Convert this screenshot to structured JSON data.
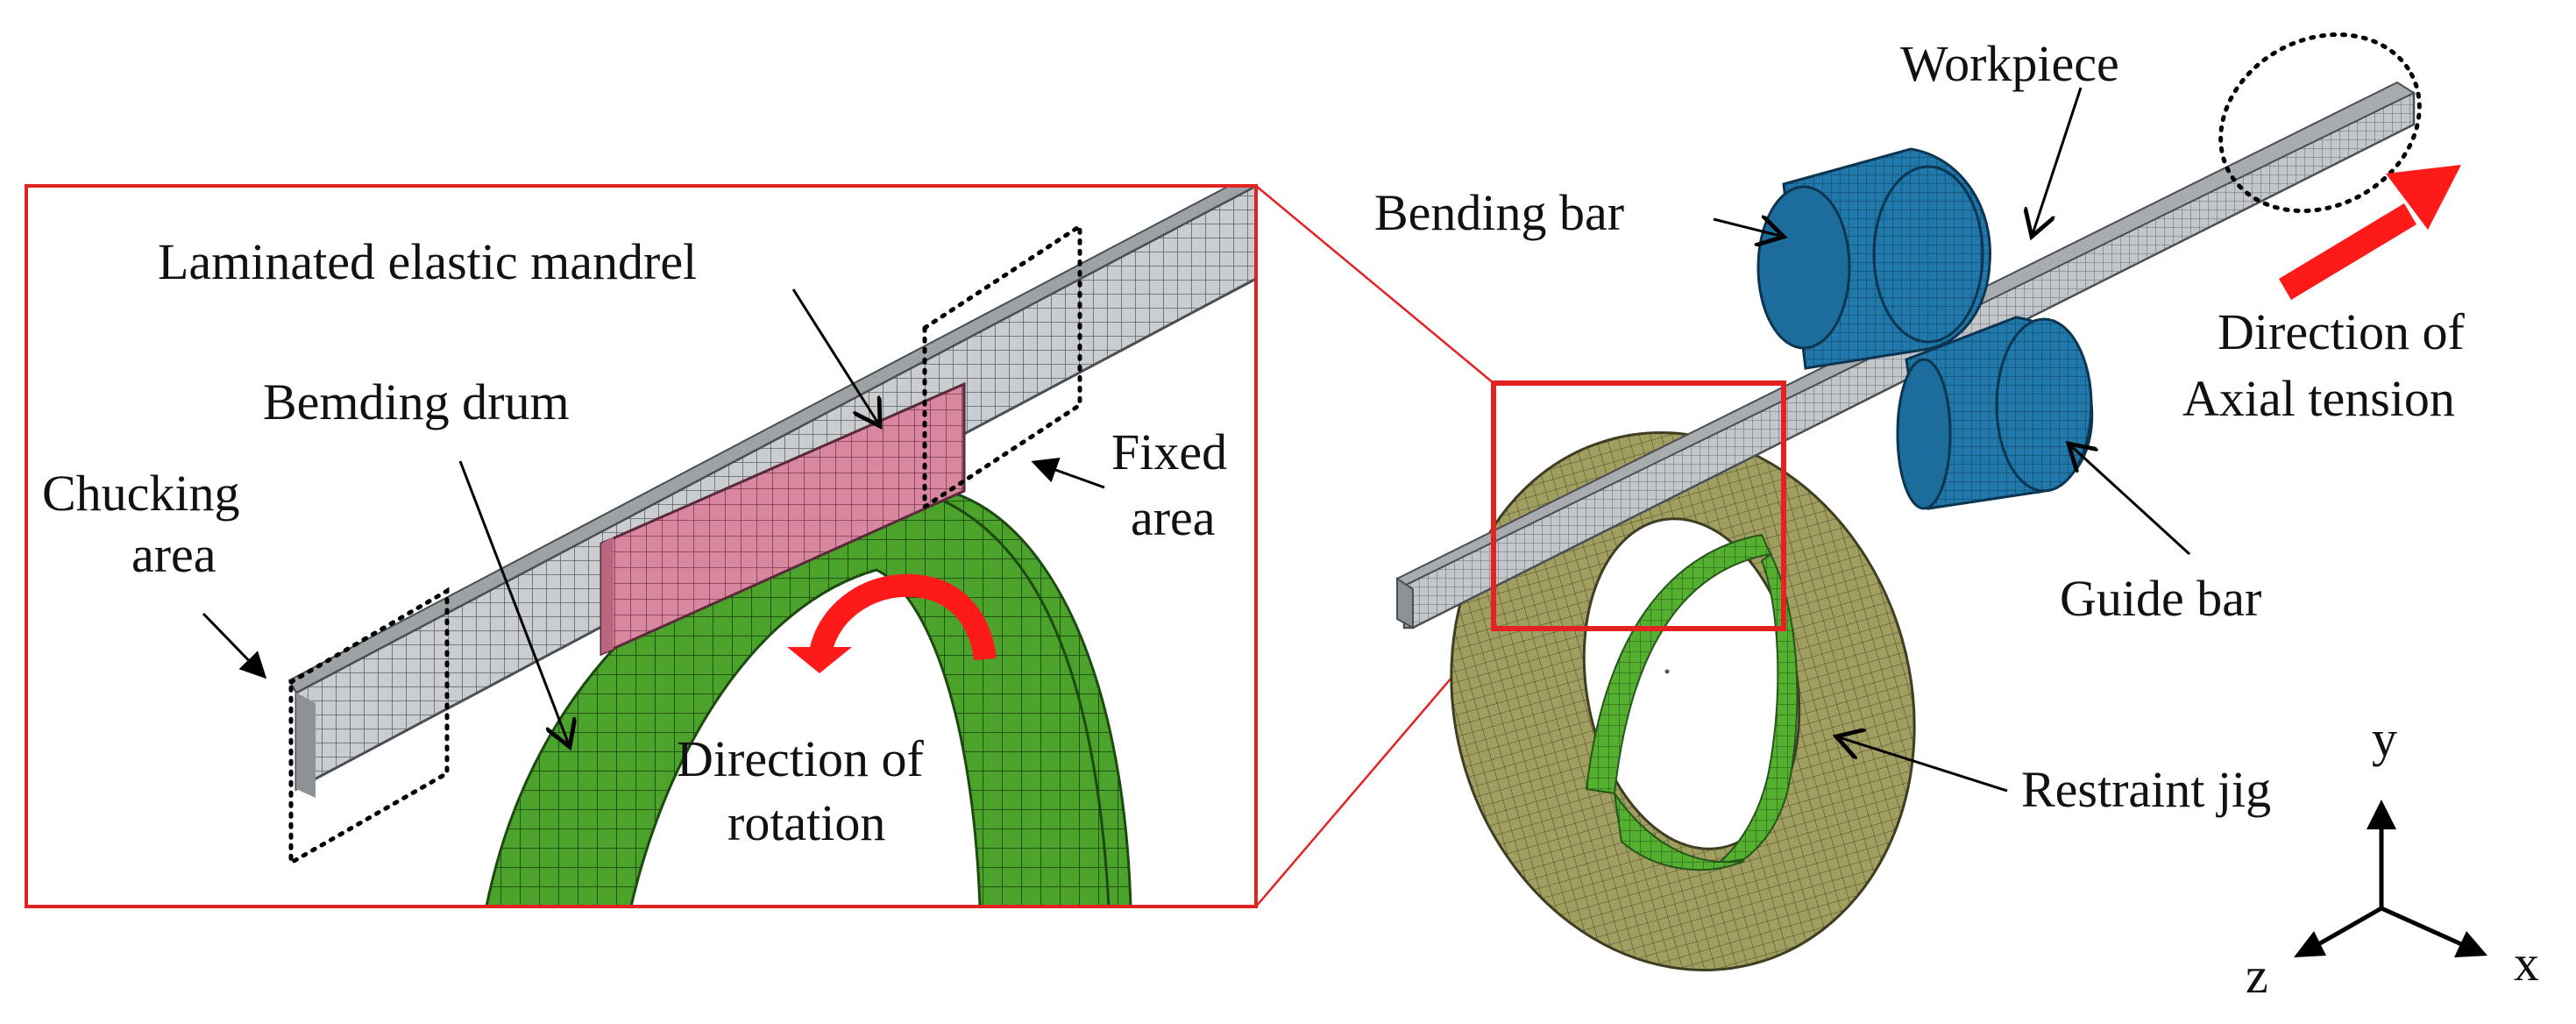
{
  "colors": {
    "frame": "#e32222",
    "arrow_red": "#ff1a1a",
    "mandrel": "#d8879f",
    "drum": "#4ca32b",
    "jig": "#9c9a5a",
    "roller": "#1f74a6",
    "workpiece": "#bfc3c6"
  },
  "icons": {
    "rotation": "curved-arrow-icon",
    "tension": "straight-arrow-icon",
    "axes": "xyz-axes-icon"
  },
  "inset": {
    "mandrel_label": "Laminated elastic mandrel",
    "drum_label": "Bemding drum",
    "chucking_label_line1": "Chucking",
    "chucking_label_line2": "area",
    "fixed_label_line1": "Fixed",
    "fixed_label_line2": "area",
    "rotation_label_line1": "Direction of",
    "rotation_label_line2": "rotation"
  },
  "main": {
    "workpiece_label": "Workpiece",
    "bending_bar_label": "Bending bar",
    "guide_bar_label": "Guide bar",
    "restraint_jig_label": "Restraint jig",
    "tension_label_line1": "Direction of",
    "tension_label_line2": "Axial tension"
  },
  "axes": {
    "x": "x",
    "y": "y",
    "z": "z"
  }
}
